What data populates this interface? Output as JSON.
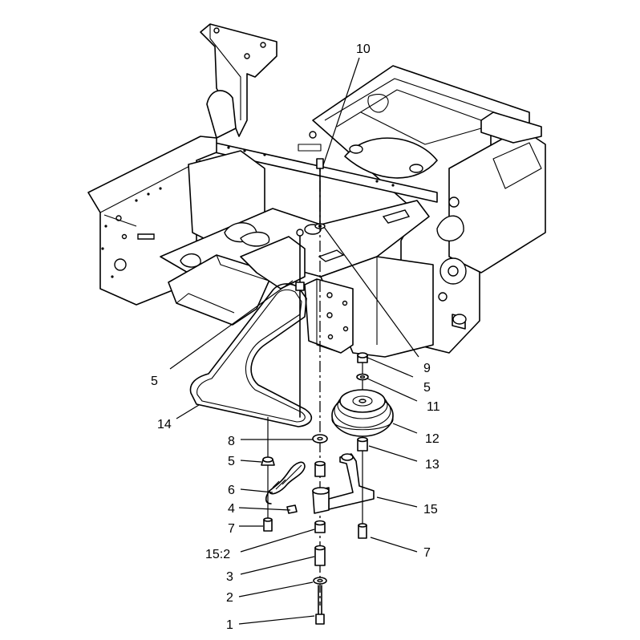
{
  "callouts": {
    "c10": "10",
    "c9": "9",
    "c5a": "5",
    "c5b": "5",
    "c5c": "5",
    "c11": "11",
    "c12": "12",
    "c13": "13",
    "c14": "14",
    "c8": "8",
    "c6": "6",
    "c4": "4",
    "c7a": "7",
    "c7b": "7",
    "c15": "15",
    "c152": "15:2",
    "c3": "3",
    "c2": "2",
    "c1": "1"
  }
}
